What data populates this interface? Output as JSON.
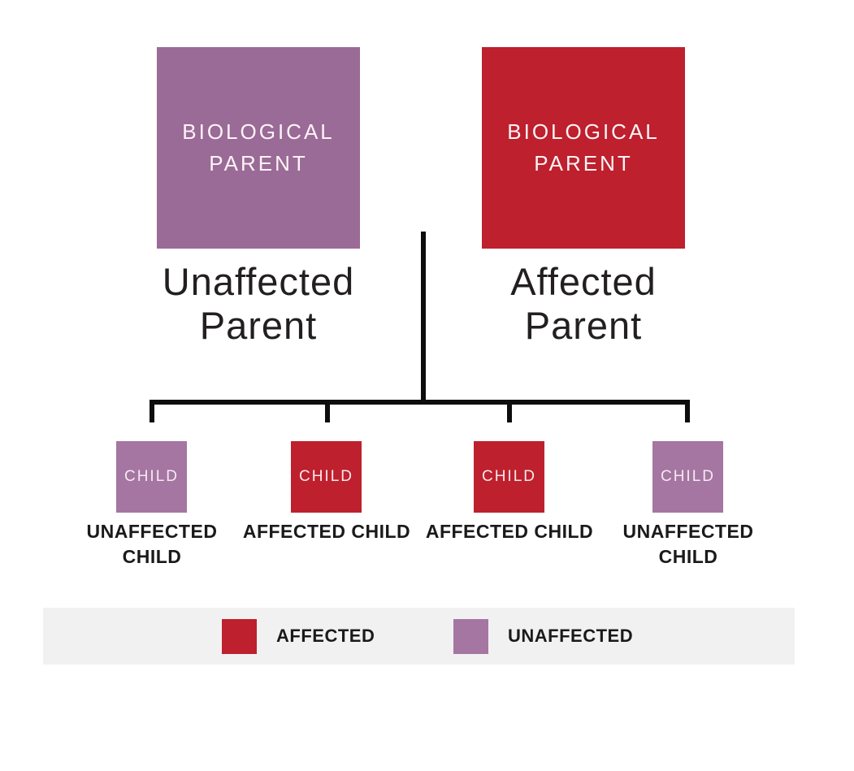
{
  "diagram": {
    "parents": [
      {
        "box_label": "BIOLOGICAL PARENT",
        "status_label": "Unaffected Parent",
        "status": "unaffected"
      },
      {
        "box_label": "BIOLOGICAL PARENT",
        "status_label": "Affected Parent",
        "status": "affected"
      }
    ],
    "children": [
      {
        "box_label": "CHILD",
        "status_label": "UNAFFECTED CHILD",
        "status": "unaffected"
      },
      {
        "box_label": "CHILD",
        "status_label": "AFFECTED CHILD",
        "status": "affected"
      },
      {
        "box_label": "CHILD",
        "status_label": "AFFECTED CHILD",
        "status": "affected"
      },
      {
        "box_label": "CHILD",
        "status_label": "UNAFFECTED CHILD",
        "status": "unaffected"
      }
    ],
    "legend": [
      {
        "label": "AFFECTED",
        "color": "#be202e"
      },
      {
        "label": "UNAFFECTED",
        "color": "#a576a2"
      }
    ],
    "colors": {
      "affected": "#be202e",
      "unaffected_parent": "#9a6b97",
      "unaffected_child": "#a576a2",
      "connector": "#0d0d0d",
      "legend_background": "#f1f1f2",
      "page_background": "#ffffff"
    }
  }
}
